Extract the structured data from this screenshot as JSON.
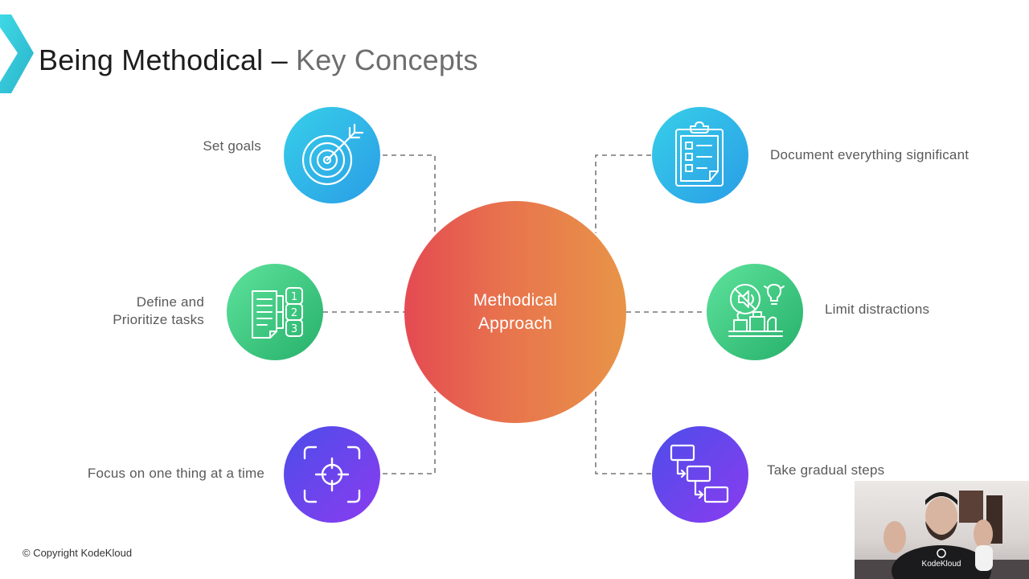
{
  "title": {
    "main": "Being Methodical – ",
    "sub": "Key Concepts"
  },
  "center": {
    "line1": "Methodical",
    "line2": "Approach"
  },
  "concepts": {
    "set_goals": {
      "label": "Set goals",
      "icon": "target-icon"
    },
    "define_prioritize": {
      "line1": "Define and",
      "line2": "Prioritize tasks",
      "icon": "numbered-list-icon"
    },
    "focus": {
      "label": "Focus on one thing at a time",
      "icon": "crosshair-icon"
    },
    "document": {
      "label": "Document everything significant",
      "icon": "clipboard-icon"
    },
    "limit_distractions": {
      "label": "Limit distractions",
      "icon": "no-noise-icon"
    },
    "gradual_steps": {
      "label": "Take gradual steps",
      "icon": "flowchart-steps-icon"
    }
  },
  "footer": {
    "copyright": "© Copyright KodeKloud"
  },
  "webcam": {
    "shirt_text": "KodeKloud"
  },
  "colors": {
    "blue": "#2a9de6",
    "green": "#26b06a",
    "purple": "#8b3cf0",
    "center_start": "#e44a52",
    "center_end": "#e89448",
    "connector": "#777777"
  }
}
